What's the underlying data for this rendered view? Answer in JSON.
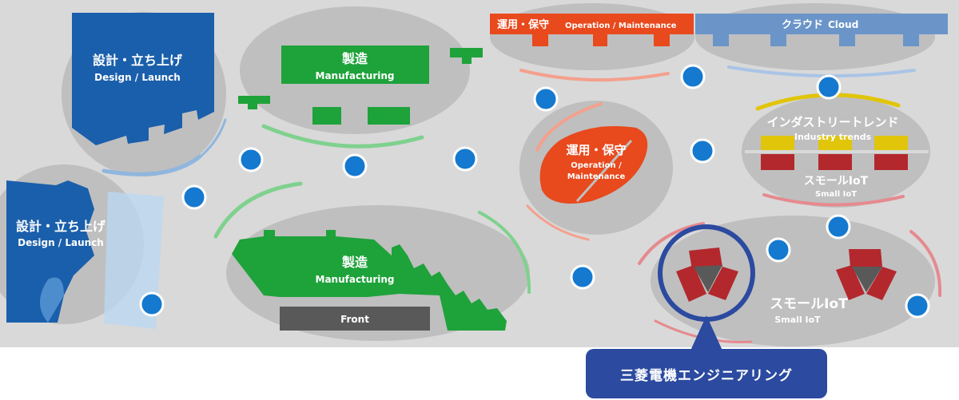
{
  "colors": {
    "floor": "#d9d9d9",
    "zone_gray": "#bfbfbf",
    "design_blue": "#1a5fab",
    "manufacturing_green": "#1ea23a",
    "operation_red": "#e8491d",
    "cloud_blue": "#6b95c8",
    "industry_yellow": "#e0c50a",
    "iot_red": "#b3282d",
    "marker_blue": "#1479cf",
    "callout_navy": "#2b4aa0"
  },
  "zones": {
    "design_top": {
      "title_ja": "設計・立ち上げ",
      "title_en": "Design / Launch"
    },
    "design_left": {
      "title_ja": "設計・立ち上げ",
      "title_en": "Design / Launch"
    },
    "manufacturing_top": {
      "title_ja": "製造",
      "title_en": "Manufacturing"
    },
    "manufacturing_main": {
      "title_ja": "製造",
      "title_en": "Manufacturing",
      "front_label": "Front"
    },
    "operation_banner": {
      "title_ja": "運用・保守",
      "title_en": "Operation / Maintenance"
    },
    "cloud_banner": {
      "title_ja": "クラウド",
      "title_en": "Cloud"
    },
    "operation_center": {
      "title_ja": "運用・保守",
      "title_en_line1": "Operation /",
      "title_en_line2": "Maintenance"
    },
    "industry": {
      "title_ja": "インダストリートレンド",
      "title_en": "Industry trends",
      "sub_ja": "スモールIoT",
      "sub_en": "Small IoT"
    },
    "small_iot": {
      "title_ja": "スモールIoT",
      "title_en": "Small IoT"
    }
  },
  "callout": {
    "label": "三菱電機エンジニアリング"
  },
  "icons": {
    "marker": "location-dot-icon",
    "highlight": "highlight-ring-icon"
  }
}
